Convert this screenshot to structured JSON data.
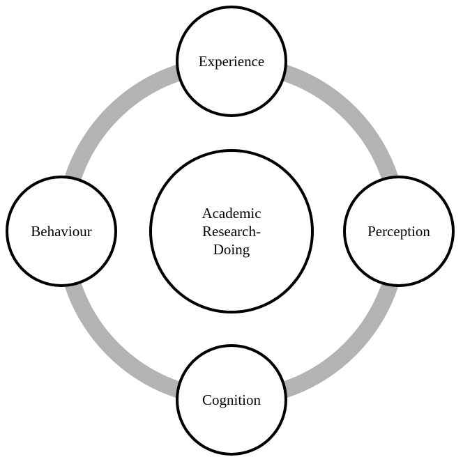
{
  "diagram": {
    "center": {
      "label": "Academic\nResearch-\nDoing"
    },
    "nodes": {
      "top": {
        "label": "Experience"
      },
      "right": {
        "label": "Perception"
      },
      "bottom": {
        "label": "Cognition"
      },
      "left": {
        "label": "Behaviour"
      }
    },
    "colors": {
      "ring": "#b3b3b3",
      "circle_stroke": "#000000",
      "circle_fill": "#ffffff",
      "text": "#000000"
    }
  }
}
